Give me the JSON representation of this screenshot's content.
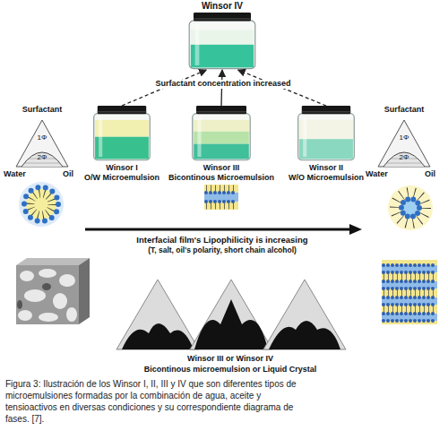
{
  "diagram": {
    "caption": "Figura 3: Ilustración de los Winsor I, II, III y IV que son diferentes tipos de microemulsiones formadas por la combinación de agua, aceite y tensioactivos en diversas condiciones y su correspondiente diagrama de fases. [7].",
    "nodes": [
      {
        "text": [
          "Winsor IV"
        ]
      },
      {
        "text": [
          "Surfactant",
          "1Φ",
          "2Φ",
          "Water",
          "Oil"
        ]
      },
      {
        "text": [
          "Winsor I",
          "O/W Microemulsion"
        ]
      },
      {
        "text": [
          "Winsor III",
          "Bicontinous Microemulsion"
        ]
      },
      {
        "text": [
          "Winsor II",
          "W/O Microemulsion"
        ]
      },
      {
        "text": [
          "Surfactant",
          "1Φ",
          "2Φ",
          "Water",
          "Oil"
        ]
      }
    ],
    "edges": [
      {
        "from": 2,
        "to": 0,
        "arrow": "to"
      },
      {
        "from": 3,
        "to": 0,
        "arrow": "to"
      },
      {
        "from": 4,
        "to": 0,
        "arrow": "to"
      }
    ],
    "labels": [
      "Surfactant concentration increased",
      "Interfacial film's Lipophilicity is increasing",
      "(T, salt, oil's polarity, short chain alcohol)",
      "Winsor III or Winsor IV",
      "Bicontinous microemulsion or Liquid Crystal"
    ]
  }
}
